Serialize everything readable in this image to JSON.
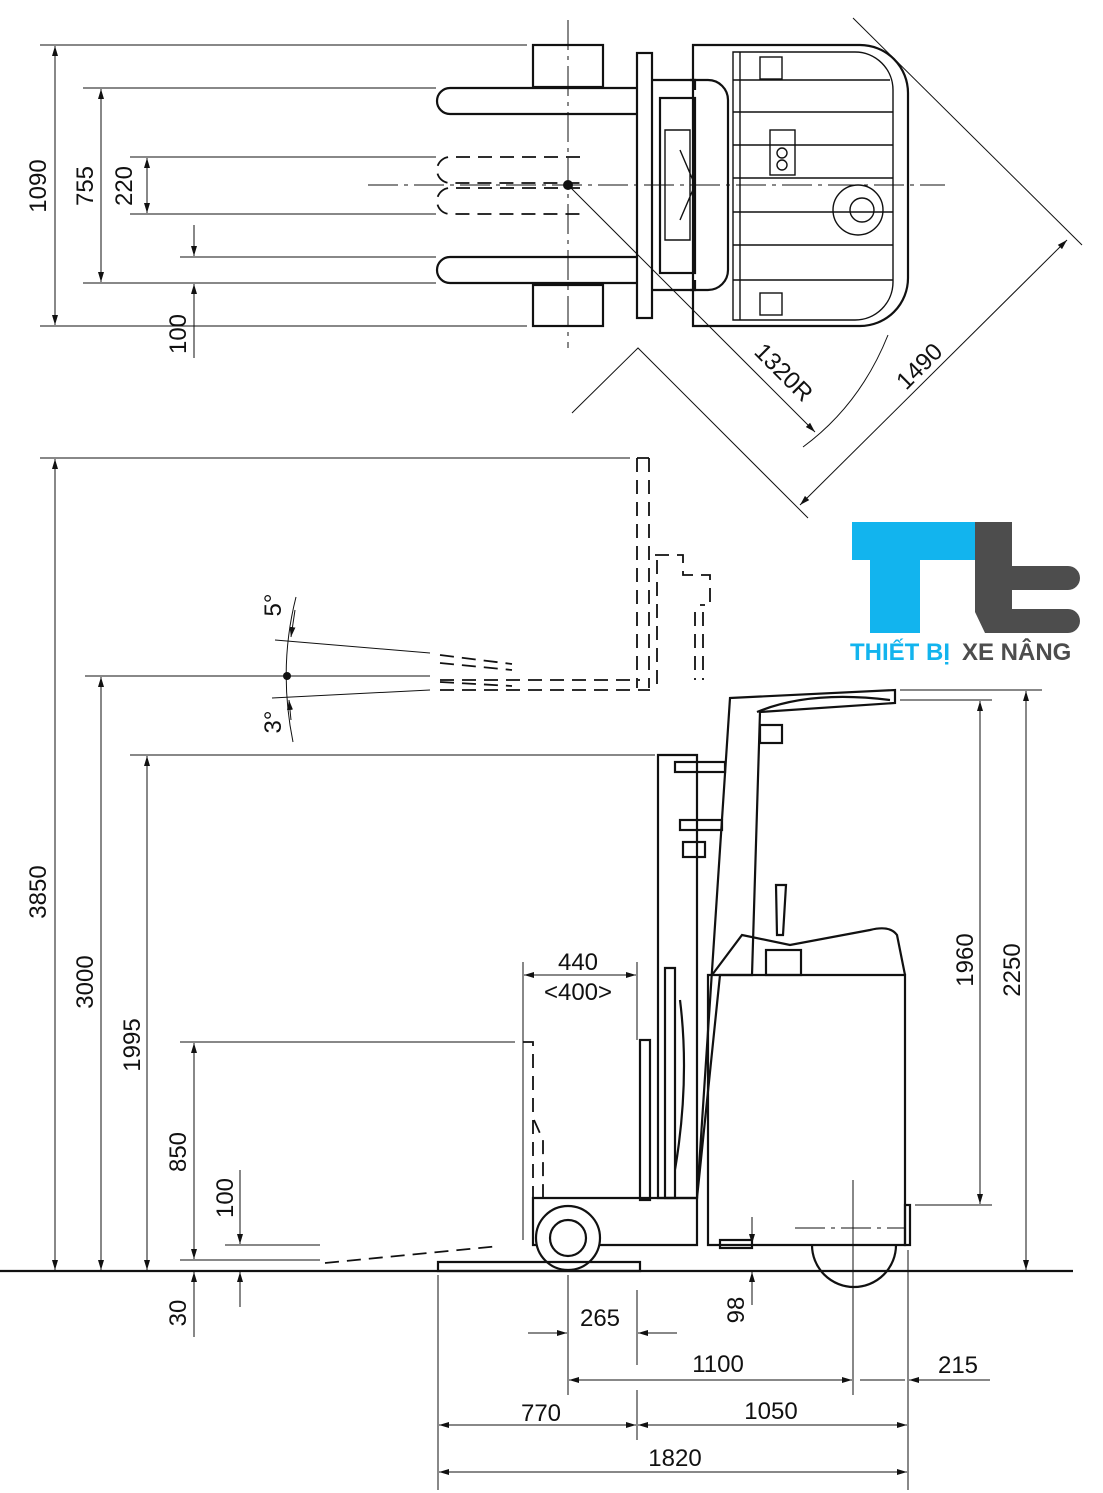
{
  "top_view": {
    "width_overall": "1090",
    "fork_spread_outer": "755",
    "fork_spread_min": "220",
    "fork_width": "100",
    "turning_radius": "1320R",
    "aisle_diagonal": "1490"
  },
  "side_view": {
    "tilt_forward": "5°",
    "tilt_backward": "3°",
    "mast_extended_height": "3850",
    "max_lift_height": "3000",
    "mast_lowered_height": "1995",
    "reach_lift_height": "850",
    "free_lift": "100",
    "fork_thickness": "30",
    "reach_stroke": "440",
    "reach_stroke_alt": "<400>",
    "front_overhang": "265",
    "ground_clearance": "98",
    "wheelbase": "1100",
    "rear_overhang": "215",
    "fork_length": "770",
    "body_length": "1050",
    "overall_length": "1820",
    "seat_to_guard_height": "1960",
    "overhead_guard_height": "2250"
  },
  "logo": {
    "brand_blue": "THIẾT BỊ",
    "brand_dark": "XE NÂNG",
    "blue": "#12b4ee",
    "dark": "#4d4d4d"
  }
}
